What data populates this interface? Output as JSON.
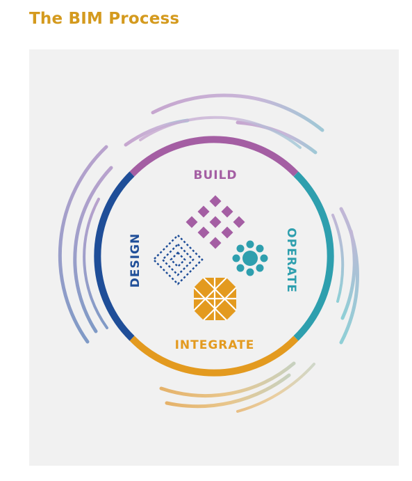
{
  "title": "The BIM Process",
  "stages": {
    "build": "BUILD",
    "design": "DESIGN",
    "operate": "OPERATE",
    "integrate": "INTEGRATE"
  },
  "colors": {
    "title": "#D49A1E",
    "build": "#A45EA3",
    "design": "#1F4E98",
    "operate": "#2E9FAE",
    "integrate": "#E39A1F",
    "panel": "#F1F1F1"
  },
  "icons": {
    "build": "diamond-grid-icon",
    "design": "dotted-diamond-icon",
    "operate": "dot-cluster-icon",
    "integrate": "woven-tile-icon"
  }
}
